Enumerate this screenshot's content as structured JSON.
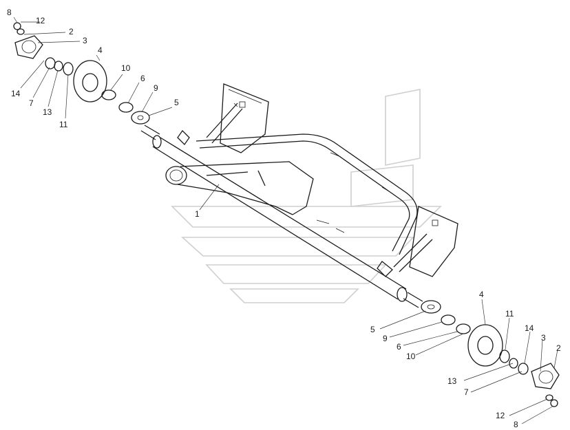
{
  "callouts": [
    {
      "id": "l8a",
      "text": "8"
    },
    {
      "id": "l12a",
      "text": "12"
    },
    {
      "id": "l2a",
      "text": "2"
    },
    {
      "id": "l3a",
      "text": "3"
    },
    {
      "id": "l4a",
      "text": "4"
    },
    {
      "id": "l14a",
      "text": "14"
    },
    {
      "id": "l7a",
      "text": "7"
    },
    {
      "id": "l13a",
      "text": "13"
    },
    {
      "id": "l11a",
      "text": "11"
    },
    {
      "id": "l10a",
      "text": "10"
    },
    {
      "id": "l6a",
      "text": "6"
    },
    {
      "id": "l9a",
      "text": "9"
    },
    {
      "id": "l5a",
      "text": "5"
    },
    {
      "id": "l1",
      "text": "1"
    },
    {
      "id": "l4b",
      "text": "4"
    },
    {
      "id": "l11b",
      "text": "11"
    },
    {
      "id": "l5b",
      "text": "5"
    },
    {
      "id": "l9b",
      "text": "9"
    },
    {
      "id": "l6b",
      "text": "6"
    },
    {
      "id": "l10b",
      "text": "10"
    },
    {
      "id": "l14b",
      "text": "14"
    },
    {
      "id": "l3b",
      "text": "3"
    },
    {
      "id": "l2b",
      "text": "2"
    },
    {
      "id": "l13b",
      "text": "13"
    },
    {
      "id": "l7b",
      "text": "7"
    },
    {
      "id": "l12b",
      "text": "12"
    },
    {
      "id": "l8b",
      "text": "8"
    }
  ]
}
